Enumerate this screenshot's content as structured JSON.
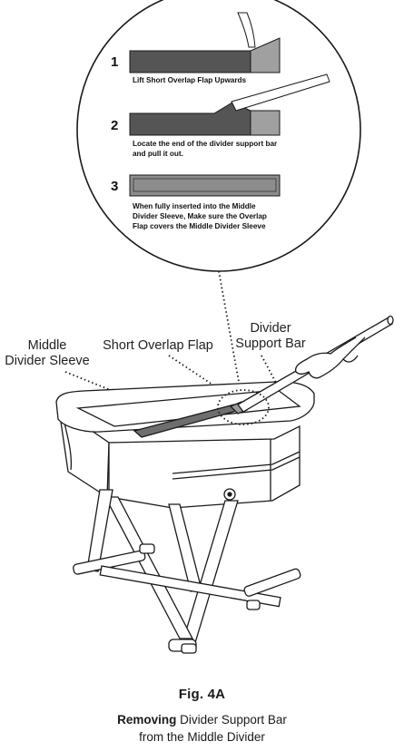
{
  "steps": [
    {
      "number": "1",
      "lines": [
        "Lift Short Overlap Flap Upwards"
      ]
    },
    {
      "number": "2",
      "lines": [
        "Locate the end of the divider support bar",
        "and pull it out."
      ]
    },
    {
      "number": "3",
      "lines": [
        "When fully  inserted  into the Middle",
        "Divider Sleeve, Make sure the Overlap",
        "Flap covers the Middle Divider Sleeve"
      ]
    }
  ],
  "callouts": {
    "middle_sleeve": [
      "Middle",
      "Divider Sleeve"
    ],
    "short_flap": "Short Overlap Flap",
    "support_bar": [
      "Divider",
      "Support Bar"
    ]
  },
  "caption": {
    "figure": "Fig. 4A",
    "bold": "Removing",
    "rest": "Divider Support Bar",
    "line2": "from the Middle Divider"
  },
  "colors": {
    "line": "#1a1a1a",
    "bar_fill": "#555555",
    "flap_fill": "#9a9a9a",
    "sleeve_fill": "#6e6e6e"
  }
}
